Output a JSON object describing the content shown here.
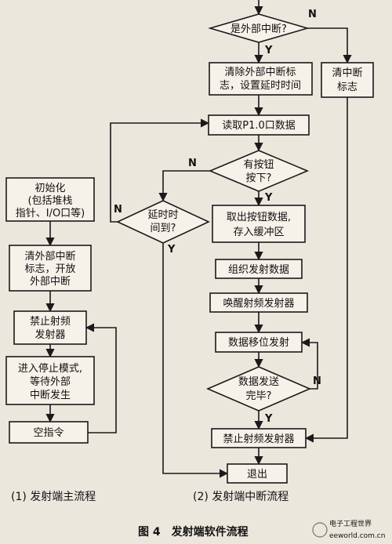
{
  "main_flow": {
    "init": [
      "初始化",
      "(包括堆栈",
      "指针、I/O口等)"
    ],
    "clear_int": [
      "清外部中断",
      "标志，开放",
      "外部中断"
    ],
    "disable_rf": [
      "禁止射频",
      "发射器"
    ],
    "stop_mode": [
      "进入停止模式,",
      "等待外部",
      "中断发生"
    ],
    "nop": "空指令",
    "label": "(1) 发射端主流程"
  },
  "isr_flow": {
    "is_ext_int": "是外部中断?",
    "clear_set_delay": [
      "清除外部中断标",
      "志，设置延时时间"
    ],
    "clear_int_flag": [
      "清中断",
      "标志"
    ],
    "read_p10": "读取P1.0口数据",
    "key_pressed": [
      "有按钮",
      "按下?"
    ],
    "delay_elapsed": [
      "延时时",
      "间到?"
    ],
    "fetch_store": [
      "取出按钮数据,",
      "存入缓冲区"
    ],
    "assemble": "组织发射数据",
    "wake_rf": "唤醒射频发射器",
    "shift_tx": "数据移位发射",
    "tx_done": [
      "数据发送",
      "完毕?"
    ],
    "disable_rf": "禁止射频发射器",
    "exit": "退出",
    "label": "(2) 发射端中断流程"
  },
  "yn": {
    "yes": "Y",
    "no": "N"
  },
  "caption": "图 4　发射端软件流程",
  "watermark": {
    "cn": "电子工程世界",
    "en": "eeworld.com.cn"
  }
}
